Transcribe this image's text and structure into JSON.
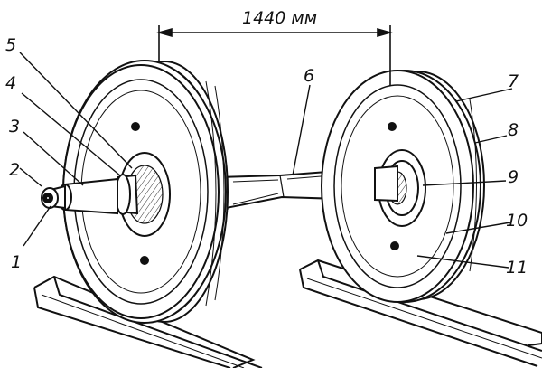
{
  "figure": {
    "dimension_label": "1440 мм",
    "callouts": [
      "1",
      "2",
      "3",
      "4",
      "5",
      "6",
      "7",
      "8",
      "9",
      "10",
      "11"
    ],
    "ink_color": "#111111",
    "paper_color": "#ffffff"
  }
}
